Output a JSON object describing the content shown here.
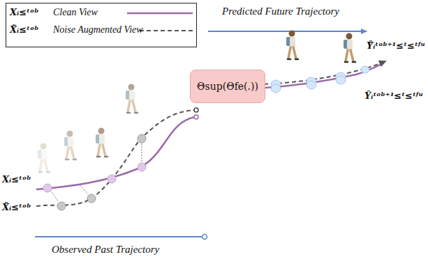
{
  "diagram": {
    "nodes": [
      {
        "text": [
          "Θsup(Θfe(.))"
        ]
      }
    ],
    "labels": [
      "Predicted Future Trajectory",
      "Observed Past Trajectory",
      "Xᵢ≤ᵗᵒᵇ",
      "X̃ᵢ≤ᵗᵒᵇ",
      "Xᵢ≤ᵗᵒᵇ",
      "X̃ᵢ≤ᵗᵒᵇ",
      "Ŷ̃ᵢᵗᵒᵇ⁺¹≤ᵗ≤ᵗᶠᵘ",
      "Ŷᵢᵗᵒᵇ⁺¹≤ᵗ≤ᵗᶠᵘ"
    ],
    "legend": [
      {
        "text": "Clean View"
      },
      {
        "text": "Noise Augmented View"
      }
    ]
  }
}
